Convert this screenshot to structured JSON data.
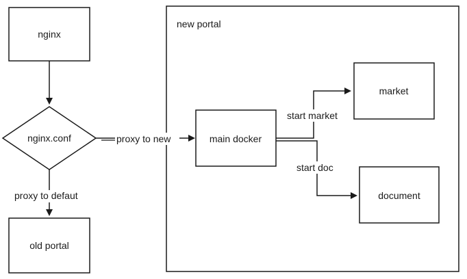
{
  "nodes": {
    "nginx": "nginx",
    "nginx_conf": "nginx.conf",
    "old_portal": "old portal",
    "new_portal": "new portal",
    "main_docker": "main docker",
    "market": "market",
    "document": "document"
  },
  "edges": {
    "proxy_to_new": "proxy to new",
    "proxy_to_default": "proxy to defaut",
    "start_market": "start market",
    "start_doc": "start doc"
  },
  "colors": {
    "stroke": "#1a1a1a",
    "background": "#ffffff"
  }
}
